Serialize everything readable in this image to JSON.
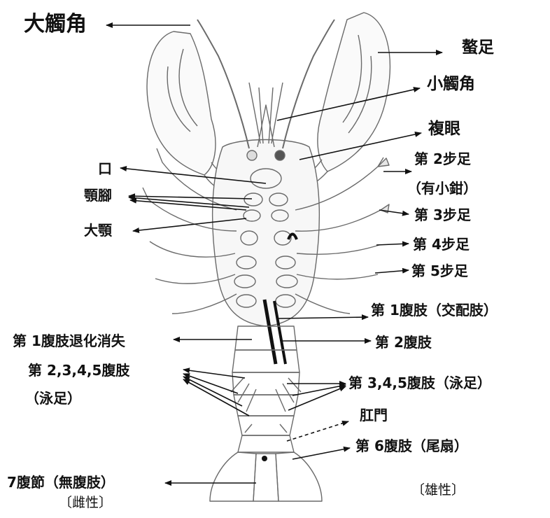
{
  "labels": {
    "antenna": "大觸角",
    "cheliped": "螯足",
    "antennule": "小觸角",
    "compound_eye": "複眼",
    "mouth": "口",
    "maxilliped": "顎腳",
    "mandible": "大顎",
    "walking_leg_2": "第 2步足",
    "walking_leg_2_note": "（有小鉗）",
    "walking_leg_3": "第 3步足",
    "walking_leg_4": "第 4步足",
    "walking_leg_5": "第 5步足",
    "pleopod_1": "第 1腹肢（交配肢）",
    "pleopod_1_lost": "第 1腹肢退化消失",
    "pleopod_2": "第 2腹肢",
    "pleopods_2345_female": "第 2,3,4,5腹肢",
    "swimmeret_female": "（泳足）",
    "pleopods_345_male": "第 3,4,5腹肢（泳足）",
    "anus": "肛門",
    "pleopod_6": "第 6腹肢（尾扇）",
    "segment_7": "7腹節（無腹肢）",
    "female": "〔雌性〕",
    "male": "〔雄性〕"
  }
}
